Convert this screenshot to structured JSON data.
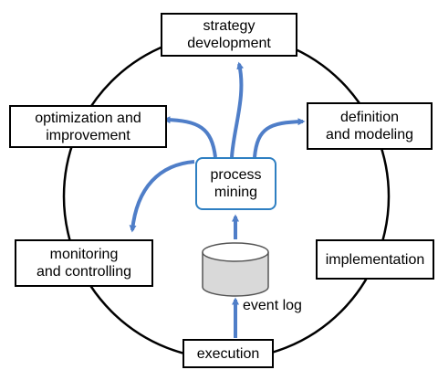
{
  "nodes": {
    "strategy": [
      "strategy",
      "development"
    ],
    "definition": [
      "definition",
      "and modeling"
    ],
    "implementation": [
      "implementation"
    ],
    "execution": [
      "execution"
    ],
    "monitoring": [
      "monitoring",
      "and controlling"
    ],
    "optimization": [
      "optimization and",
      "improvement"
    ]
  },
  "center": {
    "process_mining": [
      "process",
      "mining"
    ],
    "event_log": "event log"
  },
  "colors": {
    "arrow": "#4f7ec8",
    "process_mining_border": "#2e7fc2",
    "cycle": "#000000"
  }
}
